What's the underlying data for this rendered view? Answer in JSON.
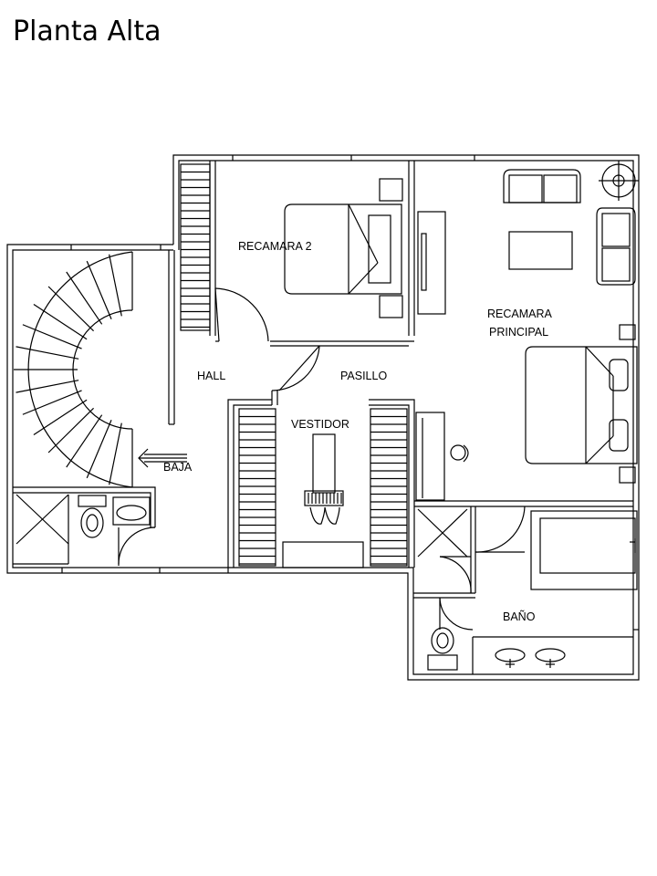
{
  "title": "Planta Alta",
  "rooms": {
    "recamara2": "RECAMARA 2",
    "recamara_principal_line1": "RECAMARA",
    "recamara_principal_line2": "PRINCIPAL",
    "hall": "HALL",
    "pasillo": "PASILLO",
    "vestidor": "VESTIDOR",
    "bano": "BAÑO",
    "baja": "BAJA"
  }
}
